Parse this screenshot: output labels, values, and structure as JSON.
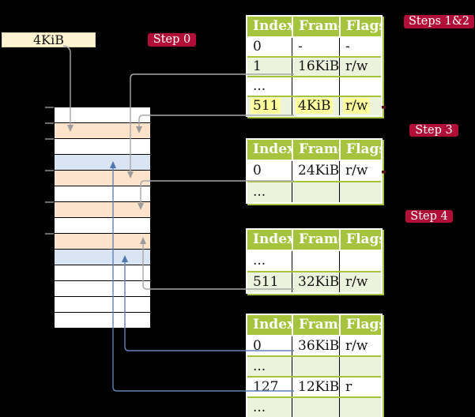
{
  "diagram": {
    "page_size_box_label": "4KiB",
    "badges": {
      "step0": "Step 0",
      "steps12": "Steps 1&2",
      "step3": "Step 3",
      "step4": "Step 4"
    },
    "memory": {
      "description": "physical memory column, one row per 4KiB frame, top row = 0KiB",
      "row_pattern": [
        "white",
        "orange",
        "white",
        "blue",
        "orange",
        "white",
        "orange",
        "white",
        "orange",
        "blue",
        "white",
        "white",
        "white",
        "white"
      ]
    },
    "tables": [
      {
        "name": "table-steps-1-and-2",
        "header": [
          "Index",
          "Frame",
          "Flags"
        ],
        "rows": [
          [
            "0",
            "-",
            "-"
          ],
          [
            "1",
            "16KiB",
            "r/w"
          ],
          [
            "...",
            "",
            ""
          ],
          [
            "511",
            "4KiB",
            "r/w"
          ]
        ]
      },
      {
        "name": "table-step-3",
        "header": [
          "Index",
          "Frame",
          "Flags"
        ],
        "rows": [
          [
            "0",
            "24KiB",
            "r/w"
          ],
          [
            "...",
            "",
            ""
          ]
        ]
      },
      {
        "name": "table-step-4-upper",
        "header": [
          "Index",
          "Frame",
          "Flags"
        ],
        "rows": [
          [
            "...",
            "",
            ""
          ],
          [
            "511",
            "32KiB",
            "r/w"
          ]
        ]
      },
      {
        "name": "table-step-4-lower",
        "header": [
          "Index",
          "Frame",
          "Flags"
        ],
        "rows": [
          [
            "0",
            "36KiB",
            "r/w"
          ],
          [
            "...",
            "",
            ""
          ],
          [
            "127",
            "12KiB",
            "r"
          ],
          [
            "...",
            "",
            ""
          ]
        ]
      }
    ],
    "colors": {
      "table_header_olive": "#a6c33e",
      "table_row_shaded": "#edf2dd",
      "badge_crimson": "#b10e38",
      "memory_frame_orange": "#fce3c9",
      "memory_frame_blue": "#dae5f4",
      "yellow_highlight": "#feff9c",
      "page_size_box_cream": "#fdf3d2",
      "connector_gray": "#a9a9a9",
      "connector_blue": "#5f84b8"
    }
  }
}
